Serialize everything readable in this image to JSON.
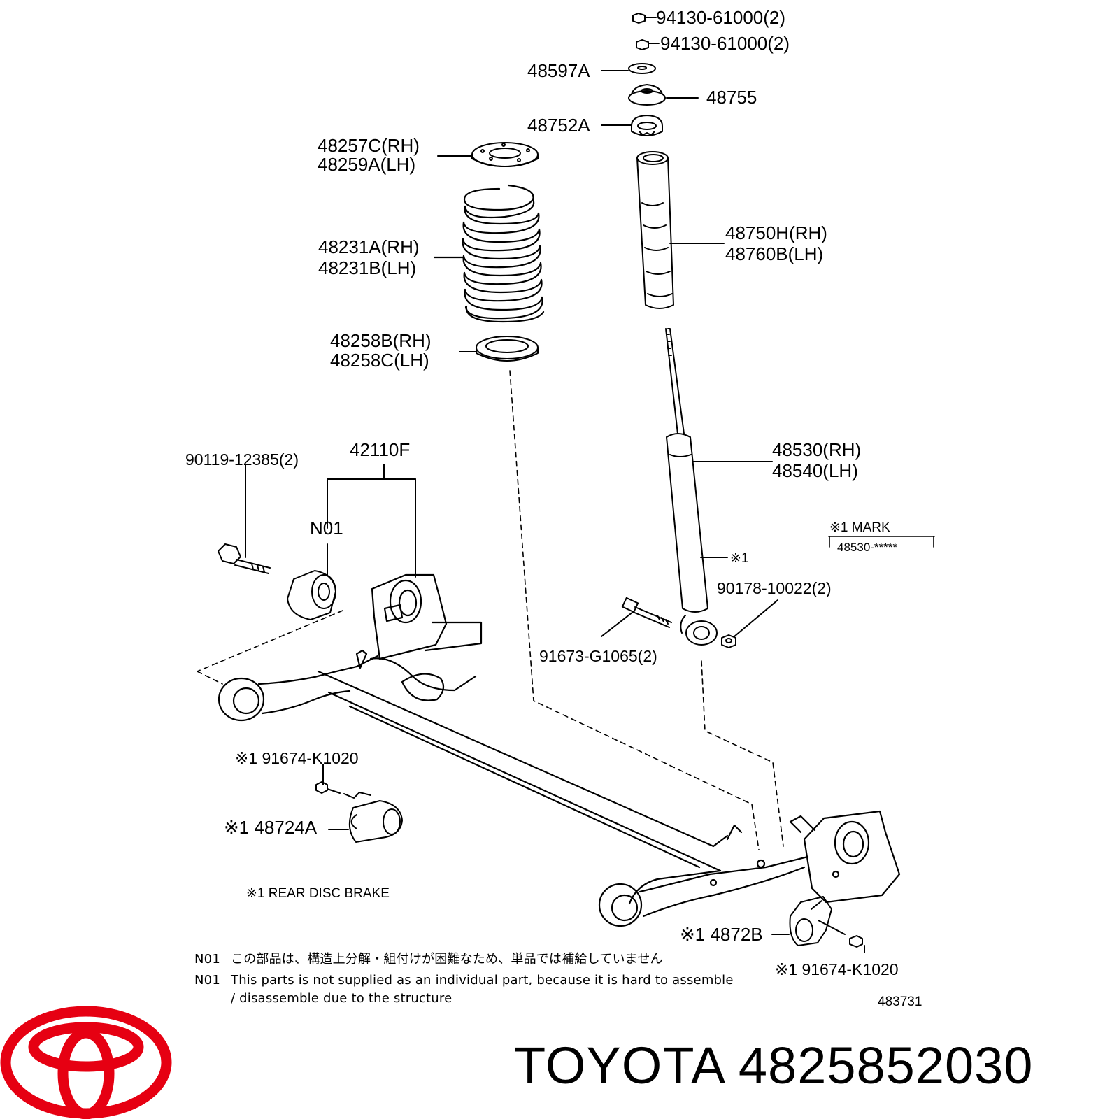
{
  "labels": {
    "nut_1": "94130-61000(2)",
    "nut_2": "94130-61000(2)",
    "washer": "48597A",
    "cushion": "48755",
    "support": "48752A",
    "insulator_upper_rh": "48257C(RH)",
    "insulator_upper_lh": "48259A(LH)",
    "spring_rh": "48231A(RH)",
    "spring_lh": "48231B(LH)",
    "bumper_rh": "48750H(RH)",
    "bumper_lh": "48760B(LH)",
    "insulator_lower_rh": "48258B(RH)",
    "insulator_lower_lh": "48258C(LH)",
    "absorber_rh": "48530(RH)",
    "absorber_lh": "48540(LH)",
    "beam": "42110F",
    "bolt_beam": "90119-12385(2)",
    "bushing": "N01",
    "mark_ref": "※1",
    "mark_title": "※1 MARK",
    "mark_value": "48530-*****",
    "nut_absorber": "90178-10022(2)",
    "bolt_absorber": "91673-G1065(2)",
    "bolt_bracket_left": "※1 91674-K1020",
    "bracket_left": "※1 48724A",
    "brake_note": "※1  REAR DISC BRAKE",
    "bracket_right": "※1 4872B",
    "bolt_bracket_right": "※1 91674-K1020",
    "diagram_number": "483731"
  },
  "notes": {
    "n01_code_1": "N01",
    "n01_japanese": "この部品は、構造上分解・組付けが困難なため、単品では補給していません",
    "n01_code_2": "N01",
    "n01_english_line1": "This parts is not supplied as an individual part, because it is hard to assemble",
    "n01_english_line2": "/ disassemble due to the structure"
  },
  "brand": {
    "caption": "TOYOTA 4825852030",
    "logo_color": "#e60012"
  }
}
